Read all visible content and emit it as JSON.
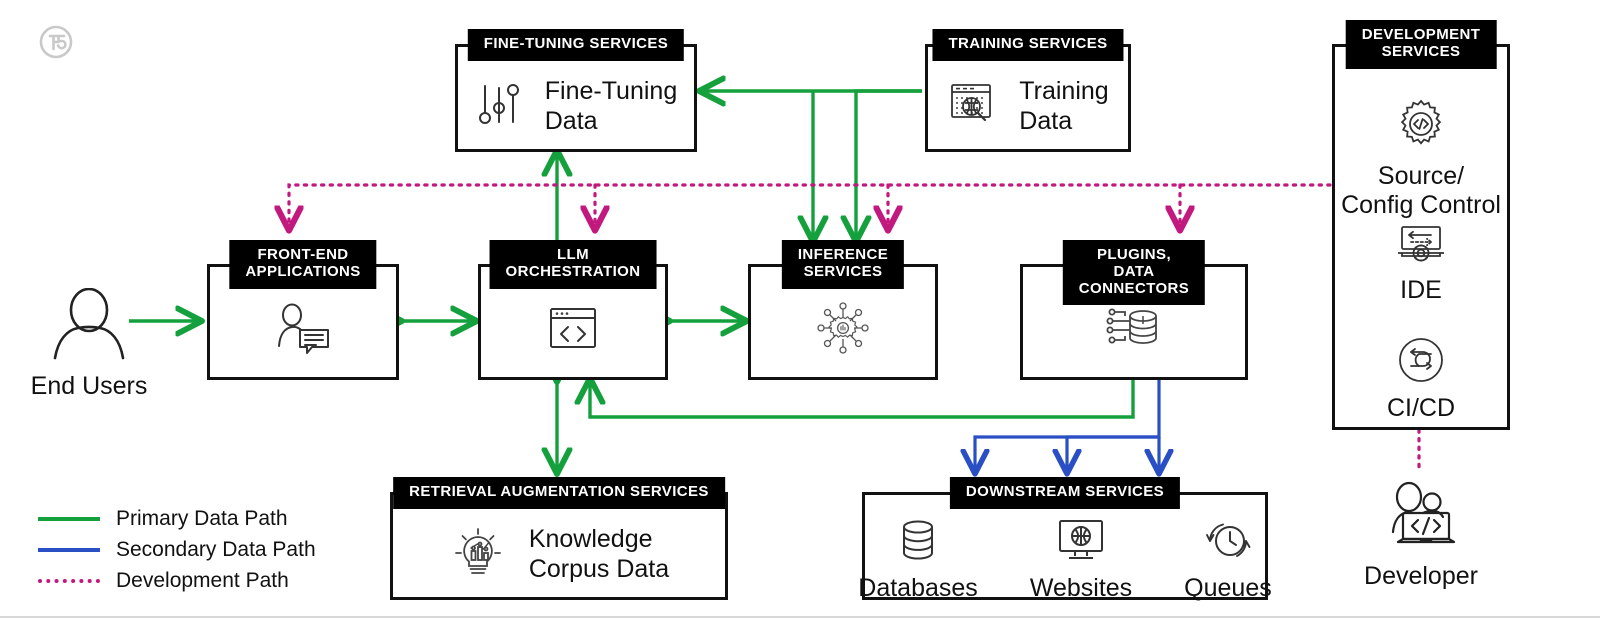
{
  "brand": {
    "logo": "f5-logo"
  },
  "colors": {
    "primary_path": "#14a03c",
    "secondary_path": "#2a4fc4",
    "development_path": "#c2197e",
    "box_border": "#111111",
    "header_bg": "#000000",
    "header_text": "#ffffff"
  },
  "nodes": {
    "fine_tuning": {
      "header": "FINE-TUNING SERVICES",
      "label": "Fine-Tuning\nData",
      "icon": "sliders-icon"
    },
    "training": {
      "header": "TRAINING SERVICES",
      "label": "Training\nData",
      "icon": "data-search-icon"
    },
    "development": {
      "header": "DEVELOPMENT\nSERVICES",
      "items": [
        {
          "label": "Source/\nConfig Control",
          "icon": "gear-code-icon"
        },
        {
          "label": "IDE",
          "icon": "ide-monitor-icon"
        },
        {
          "label": "CI/CD",
          "icon": "cicd-cycle-icon"
        }
      ]
    },
    "front_end": {
      "header": "FRONT-END\nAPPLICATIONS",
      "icon": "user-chat-icon"
    },
    "llm_orchestration": {
      "header": "LLM\nORCHESTRATION",
      "icon": "code-window-icon"
    },
    "inference": {
      "header": "INFERENCE\nSERVICES",
      "icon": "gear-network-icon"
    },
    "plugins": {
      "header": "PLUGINS,\nDATA CONNECTORS",
      "icon": "database-connector-icon"
    },
    "retrieval": {
      "header": "RETRIEVAL AUGMENTATION SERVICES",
      "label": "Knowledge\nCorpus Data",
      "icon": "lightbulb-chart-icon"
    },
    "downstream": {
      "header": "DOWNSTREAM SERVICES",
      "items": [
        {
          "label": "Databases",
          "icon": "database-icon"
        },
        {
          "label": "Websites",
          "icon": "monitor-globe-icon"
        },
        {
          "label": "Queues",
          "icon": "clock-cycle-icon"
        }
      ]
    }
  },
  "actors": {
    "end_users": {
      "label": "End Users",
      "icon": "person-icon"
    },
    "developer": {
      "label": "Developer",
      "icon": "developer-laptop-icon"
    }
  },
  "legend": {
    "items": [
      {
        "label": "Primary Data Path",
        "style": "solid",
        "color": "#14a03c"
      },
      {
        "label": "Secondary Data Path",
        "style": "solid",
        "color": "#2a4fc4"
      },
      {
        "label": "Development Path",
        "style": "dotted",
        "color": "#c2197e"
      }
    ]
  }
}
